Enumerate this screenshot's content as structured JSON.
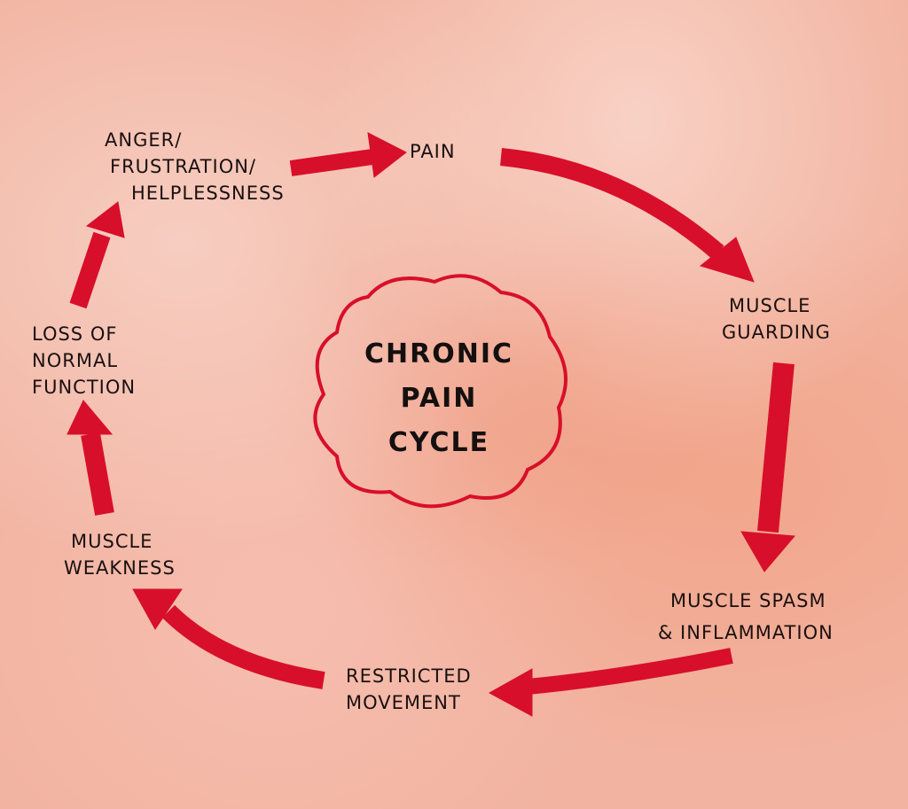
{
  "center": {
    "lines": [
      "CHRONIC",
      "PAIN",
      "CYCLE"
    ]
  },
  "nodes": {
    "anger": [
      "ANGER/",
      "FRUSTRATION/",
      "HELPLESSNESS"
    ],
    "pain": [
      "PAIN"
    ],
    "guarding": [
      "MUSCLE",
      "GUARDING"
    ],
    "spasm": [
      "MUSCLE SPASM",
      "& INFLAMMATION"
    ],
    "restricted": [
      "RESTRICTED",
      "MOVEMENT"
    ],
    "weakness": [
      "MUSCLE",
      "WEAKNESS"
    ],
    "loss": [
      "LOSS OF",
      "NORMAL",
      "FUNCTION"
    ]
  },
  "colors": {
    "arrow": "#d80f2a",
    "background": "#f2b3a0",
    "ink": "#1a1010"
  }
}
